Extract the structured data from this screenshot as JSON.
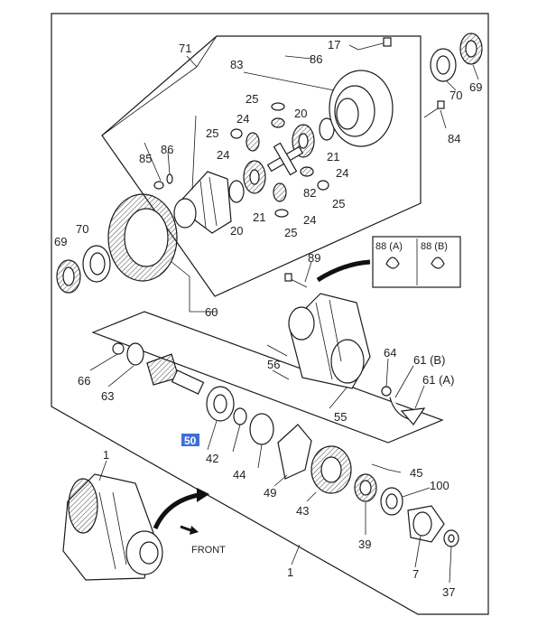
{
  "labels": {
    "l17": "17",
    "l86a": "86",
    "l83": "83",
    "l71": "71",
    "l70a": "70",
    "l69a": "69",
    "l84": "84",
    "l25a": "25",
    "l24a": "24",
    "l20a": "20",
    "l25b": "25",
    "l86b": "86",
    "l85": "85",
    "l24b": "24",
    "l21a": "21",
    "l24c": "24",
    "l82": "82",
    "l25c": "25",
    "l21b": "21",
    "l24d": "24",
    "l20b": "20",
    "l25d": "25",
    "l70b": "70",
    "l69b": "69",
    "l89": "89",
    "l88a": "88 (A)",
    "l88b": "88 (B)",
    "l60": "60",
    "l66": "66",
    "l63": "63",
    "l56": "56",
    "l64": "64",
    "l61b": "61 (B)",
    "l61a": "61 (A)",
    "l55": "55",
    "l50": "50",
    "l42": "42",
    "l44": "44",
    "l49": "49",
    "l45": "45",
    "l100": "100",
    "l43": "43",
    "l39": "39",
    "l7": "7",
    "l37": "37",
    "l1a": "1",
    "l1b": "1",
    "front": "FRONT"
  },
  "highlight": {
    "part": "50",
    "color": "#3d6fd6"
  }
}
